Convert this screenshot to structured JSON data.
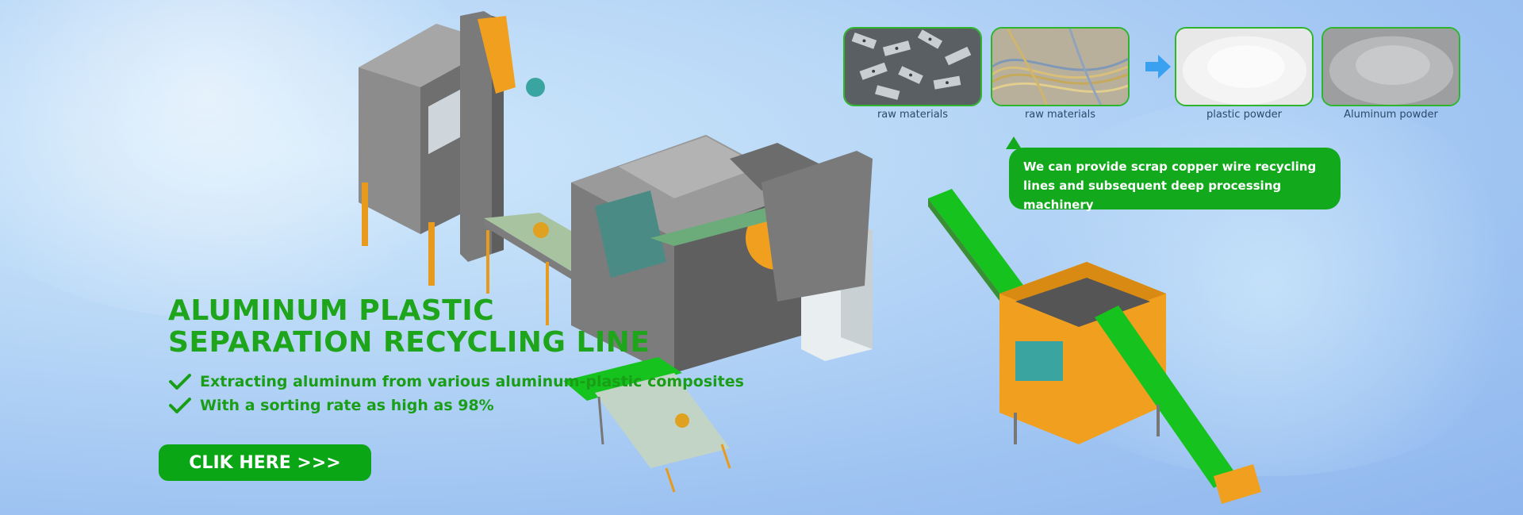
{
  "headline": {
    "line1": "ALUMINUM PLASTIC",
    "line2": "SEPARATION RECYCLING LINE"
  },
  "bullets": [
    "Extracting aluminum from various aluminum-plastic composites",
    "With a sorting rate as high as 98%"
  ],
  "cta_label": "CLIK HERE >>>",
  "thumbnails": [
    {
      "caption": "raw materials"
    },
    {
      "caption": "raw materials"
    },
    {
      "caption": "plastic powder"
    },
    {
      "caption": "Aluminum powder"
    }
  ],
  "bubble_text": "We can provide scrap copper wire recycling lines and subsequent deep processing machinery",
  "colors": {
    "brand_green": "#1ea51b",
    "button_green": "#0aa616",
    "background": "#b9d8f7",
    "machine_gray": "#8f8f8f",
    "machine_orange": "#f0a01e",
    "conveyor_green": "#16c21e"
  }
}
